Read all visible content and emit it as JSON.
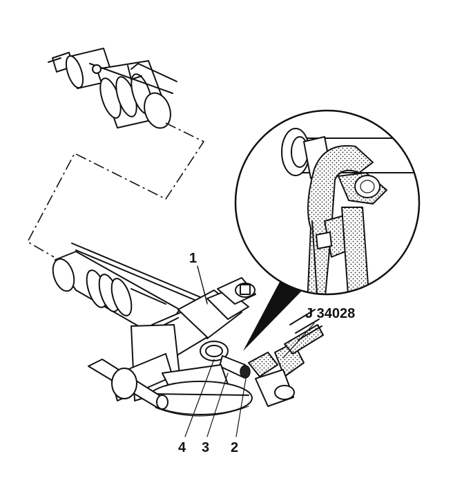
{
  "callouts": {
    "c1": "1",
    "c2": "2",
    "c3": "3",
    "c4": "4",
    "tool": "J 34028"
  },
  "colors": {
    "ink": "#111111",
    "paper": "#ffffff"
  }
}
